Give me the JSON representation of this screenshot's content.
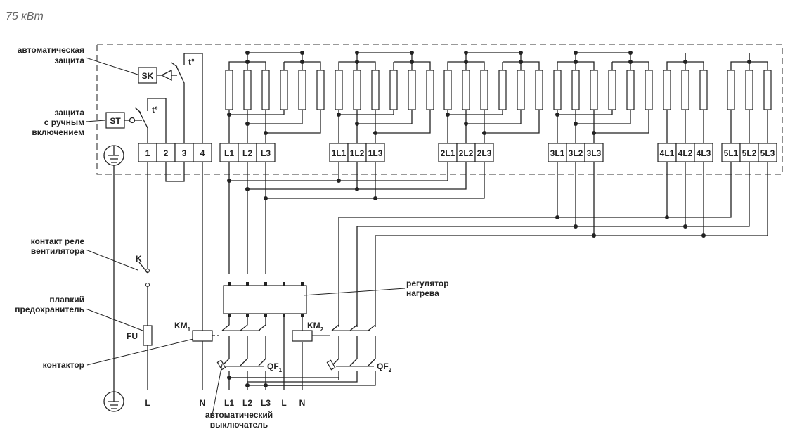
{
  "title": "75 кВт",
  "labels": {
    "auto_protection": [
      "автоматическая",
      "защита"
    ],
    "manual_protection": [
      "защита",
      "с ручным",
      "включением"
    ],
    "fan_relay": [
      "контакт реле",
      "вентилятора"
    ],
    "fuse_label": [
      "плавкий",
      "предохранитель"
    ],
    "contactor": "контактор",
    "heat_regulator": [
      "регулятор",
      "нагрева"
    ],
    "circuit_breaker": [
      "автоматический",
      "выключатель"
    ]
  },
  "devices": {
    "sk": "SK",
    "st": "ST",
    "temp_symbol": "t°",
    "k": "K",
    "fu": "FU",
    "km1": "KM",
    "km1_sub": "1",
    "km2": "KM",
    "km2_sub": "2",
    "qf1": "QF",
    "qf1_sub": "1",
    "qf2": "QF",
    "qf2_sub": "2"
  },
  "terminals": {
    "control": [
      "1",
      "2",
      "3",
      "4"
    ],
    "group0": [
      "L1",
      "L2",
      "L3"
    ],
    "group1": [
      "1L1",
      "1L2",
      "1L3"
    ],
    "group2": [
      "2L1",
      "2L2",
      "2L3"
    ],
    "group3": [
      "3L1",
      "3L2",
      "3L3"
    ],
    "group4": [
      "4L1",
      "4L2",
      "4L3"
    ],
    "group5": [
      "5L1",
      "5L2",
      "5L3"
    ]
  },
  "bottom_terminals": [
    "L",
    "N",
    "L1",
    "L2",
    "L3",
    "L",
    "N"
  ]
}
